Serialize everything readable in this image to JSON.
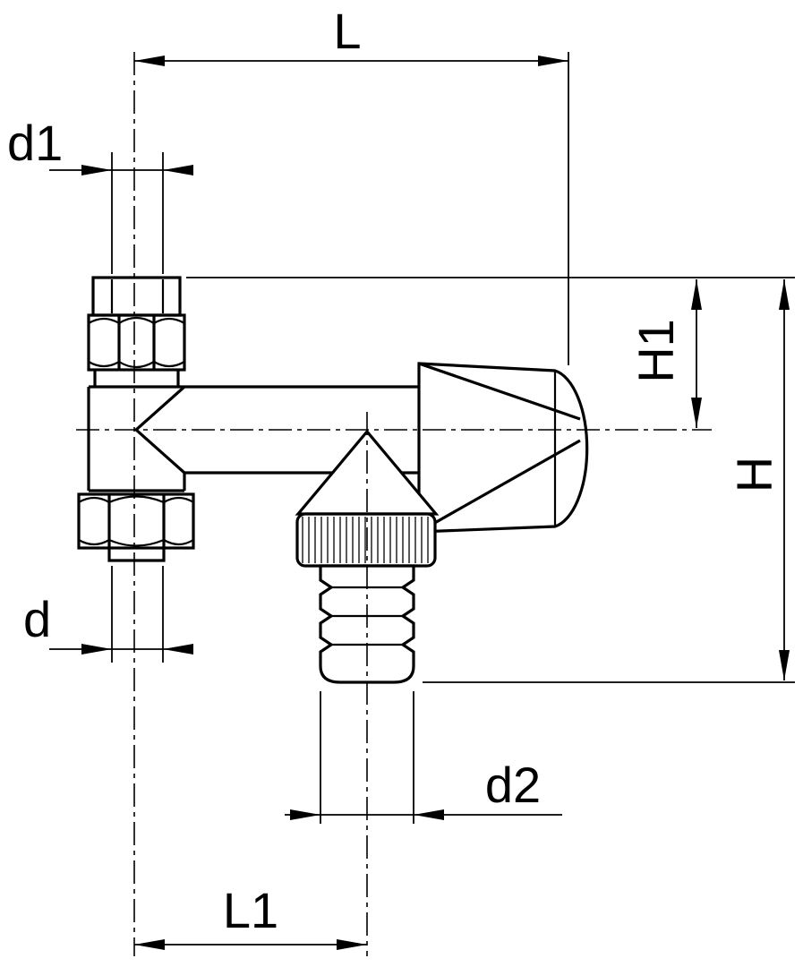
{
  "diagram": {
    "type": "technical dimension drawing",
    "labels": {
      "L": "L",
      "d1": "d1",
      "H1": "H1",
      "H": "H",
      "d": "d",
      "d2": "d2",
      "L1": "L1"
    }
  },
  "colors": {
    "background": "#ffffff",
    "line": "#000000"
  }
}
